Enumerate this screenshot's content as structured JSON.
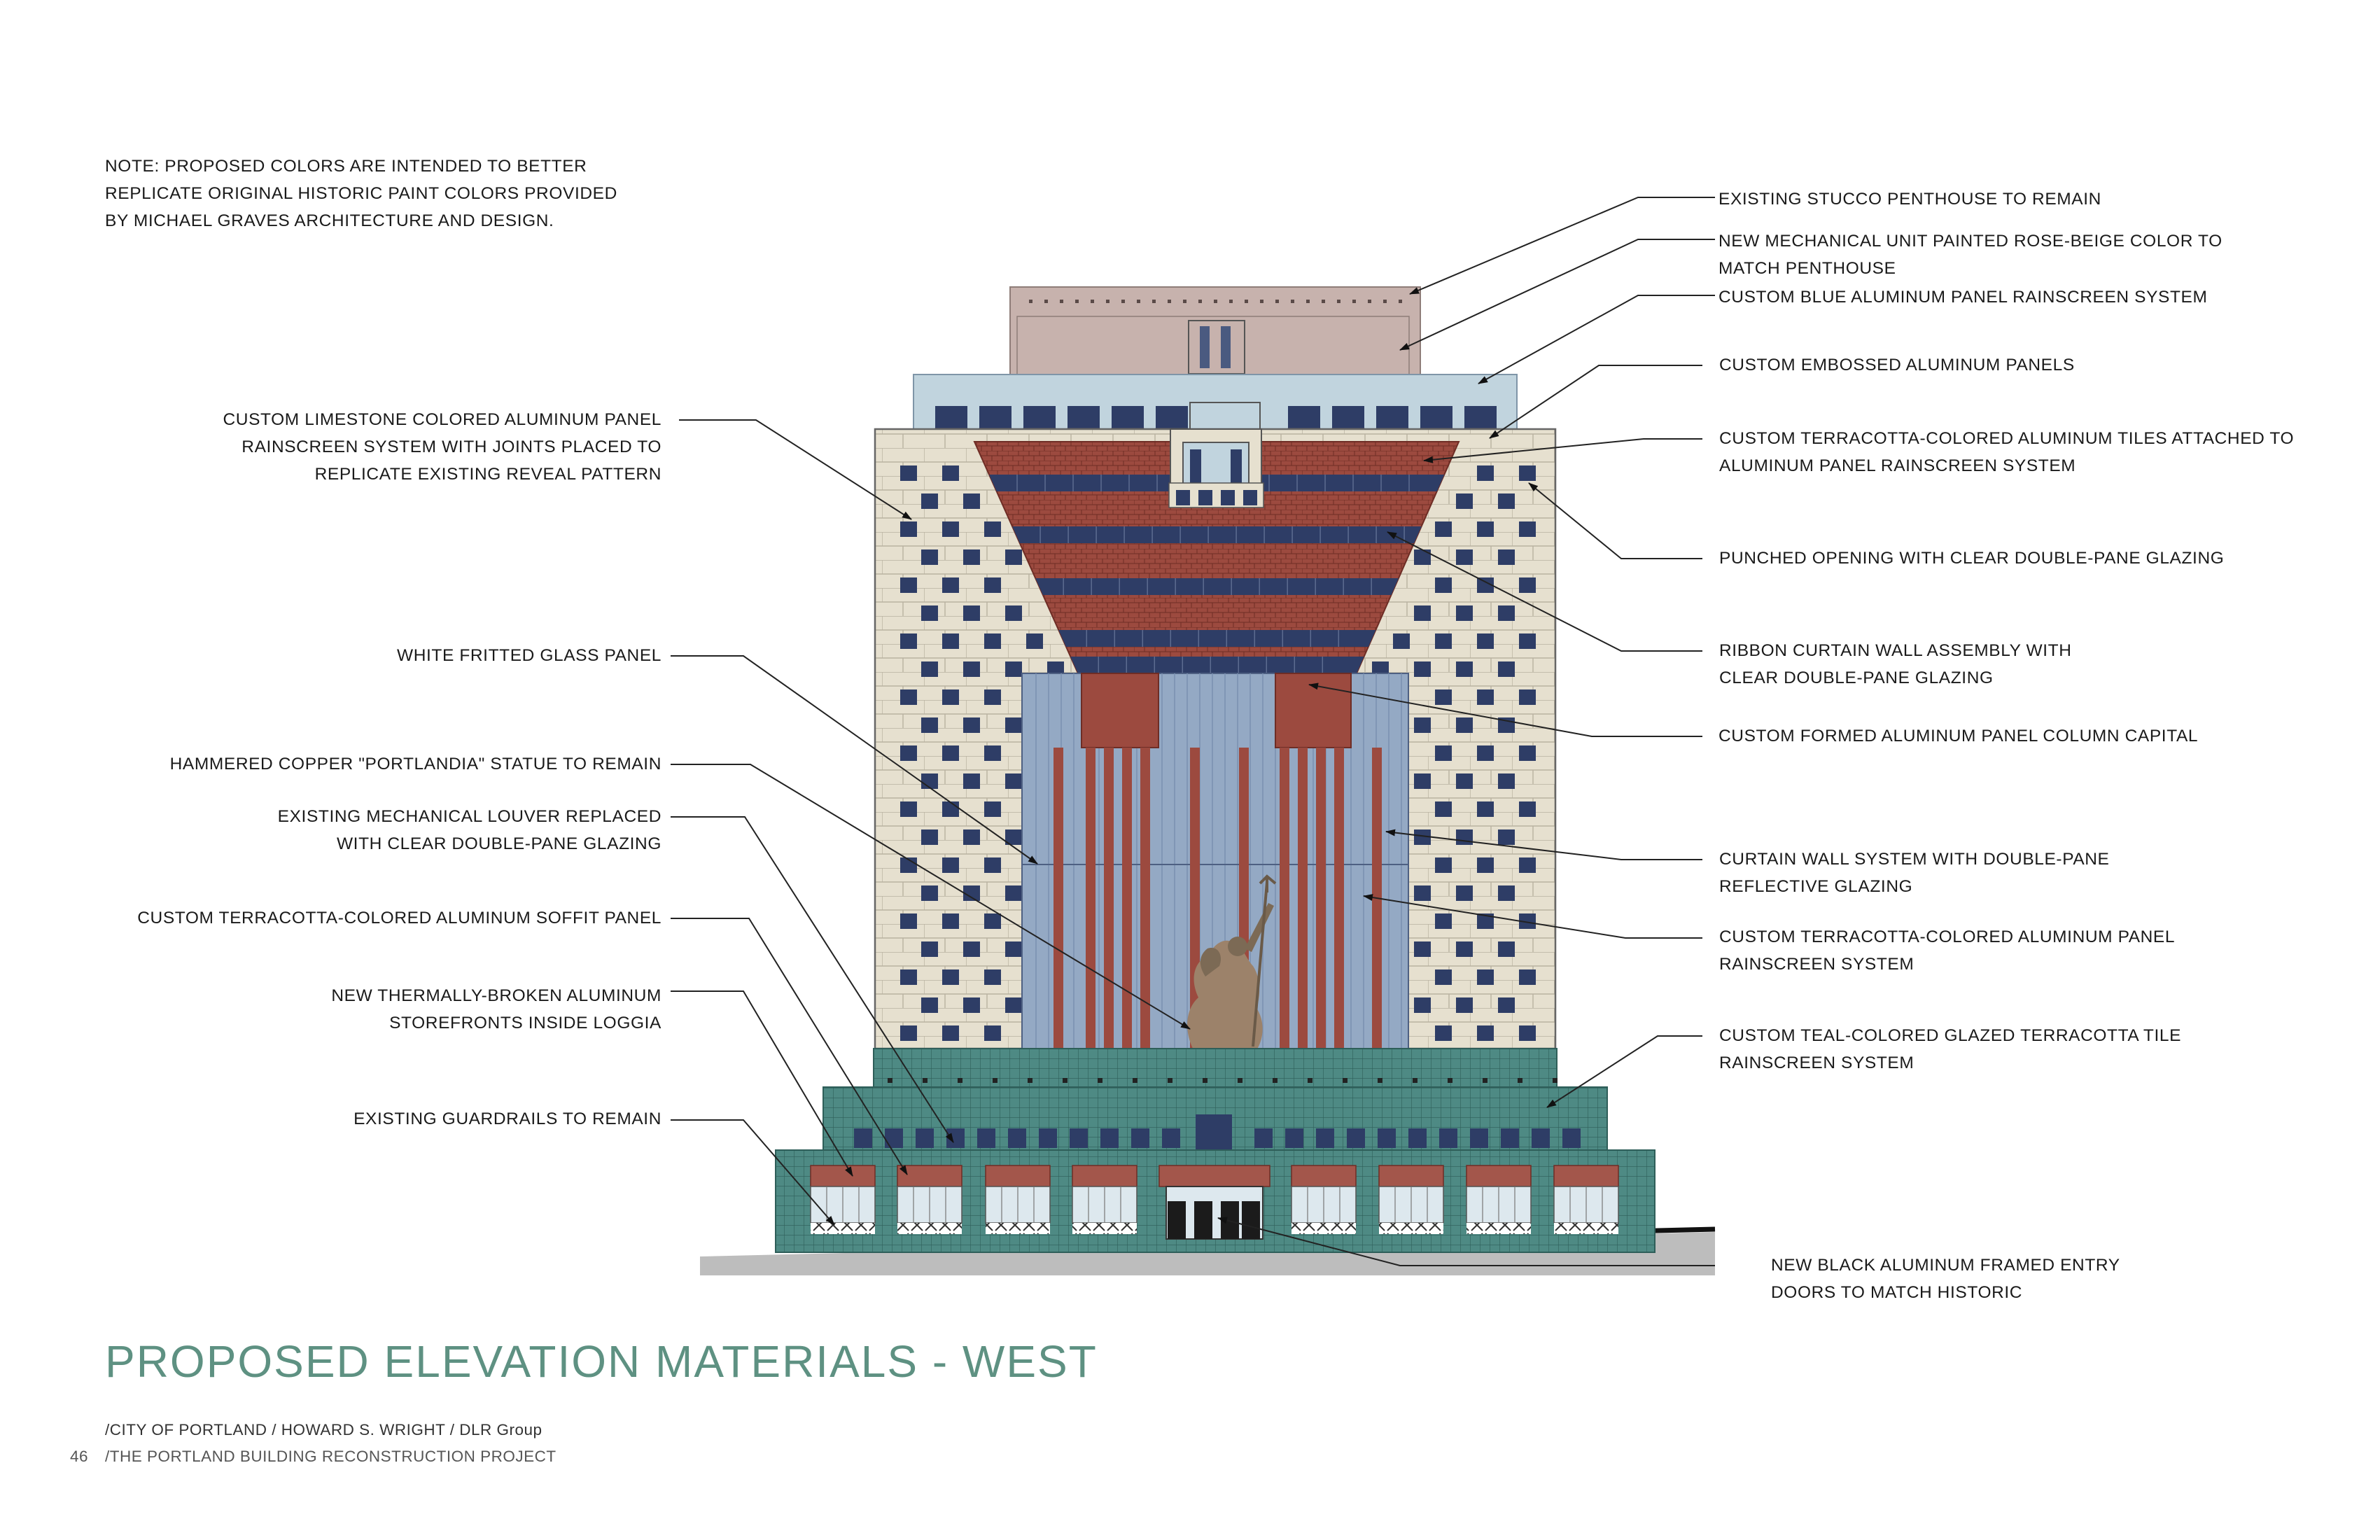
{
  "note": [
    "NOTE:  PROPOSED COLORS ARE INTENDED TO BETTER",
    "REPLICATE ORIGINAL HISTORIC PAINT COLORS PROVIDED",
    "BY MICHAEL GRAVES ARCHITECTURE AND DESIGN."
  ],
  "labels_left": [
    [
      "CUSTOM LIMESTONE COLORED ALUMINUM PANEL",
      "RAINSCREEN SYSTEM WITH JOINTS PLACED TO",
      "REPLICATE EXISTING REVEAL PATTERN"
    ],
    [
      "WHITE FRITTED GLASS PANEL"
    ],
    [
      "HAMMERED COPPER \"PORTLANDIA\" STATUE TO REMAIN"
    ],
    [
      "EXISTING MECHANICAL LOUVER REPLACED",
      "WITH CLEAR DOUBLE-PANE GLAZING"
    ],
    [
      "CUSTOM TERRACOTTA-COLORED ALUMINUM SOFFIT PANEL"
    ],
    [
      "NEW THERMALLY-BROKEN ALUMINUM",
      "STOREFRONTS INSIDE LOGGIA"
    ],
    [
      "EXISTING GUARDRAILS TO REMAIN"
    ]
  ],
  "labels_right": [
    [
      "EXISTING STUCCO PENTHOUSE TO REMAIN"
    ],
    [
      "NEW MECHANICAL UNIT PAINTED ROSE-BEIGE COLOR TO",
      "MATCH PENTHOUSE"
    ],
    [
      "CUSTOM BLUE ALUMINUM PANEL RAINSCREEN SYSTEM"
    ],
    [
      "CUSTOM EMBOSSED ALUMINUM PANELS"
    ],
    [
      "CUSTOM TERRACOTTA-COLORED ALUMINUM TILES ATTACHED TO",
      "ALUMINUM PANEL RAINSCREEN SYSTEM"
    ],
    [
      "PUNCHED OPENING WITH CLEAR DOUBLE-PANE GLAZING"
    ],
    [
      "RIBBON CURTAIN WALL ASSEMBLY WITH",
      "CLEAR DOUBLE-PANE GLAZING"
    ],
    [
      "CUSTOM FORMED ALUMINUM PANEL COLUMN CAPITAL"
    ],
    [
      "CURTAIN WALL SYSTEM WITH DOUBLE-PANE",
      "REFLECTIVE GLAZING"
    ],
    [
      "CUSTOM TERRACOTTA-COLORED ALUMINUM PANEL",
      "RAINSCREEN SYSTEM"
    ],
    [
      "CUSTOM TEAL-COLORED GLAZED TERRACOTTA TILE",
      "RAINSCREEN SYSTEM"
    ],
    [
      "NEW BLACK ALUMINUM FRAMED ENTRY",
      "DOORS TO MATCH HISTORIC"
    ]
  ],
  "title": "PROPOSED ELEVATION MATERIALS - WEST",
  "footer": {
    "line1": "/CITY OF PORTLAND / HOWARD S. WRIGHT / DLR Group",
    "line2": "/THE PORTLAND BUILDING RECONSTRUCTION PROJECT",
    "page": "46"
  },
  "colors": {
    "title": "#5e9182",
    "limestone": "#e6e0cf",
    "terracotta": "#9c4a3f",
    "teal": "#4e8a84",
    "glass": "#94a9c4",
    "penthouse": "#c7b2ad",
    "window": "#2e3d66"
  }
}
